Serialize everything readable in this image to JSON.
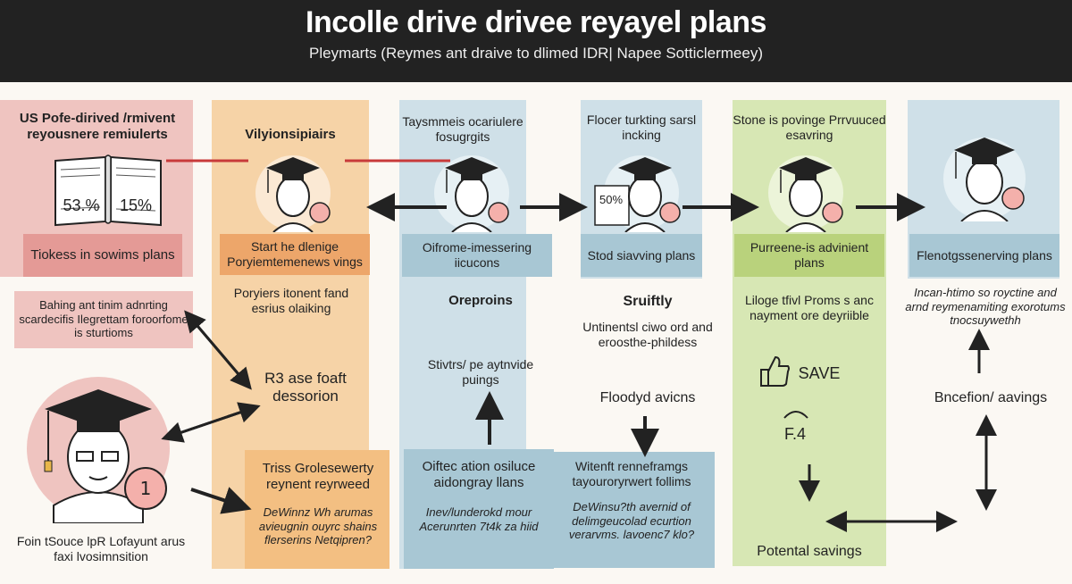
{
  "header": {
    "title": "Incolle drive drivee reyayel plans",
    "subtitle": "Pleymarts (Reymes ant draive to dlimed IDR| Napee Sotticlermeey)"
  },
  "col1": {
    "title": "US Pofe-dirived /rmivent reyousnere remiulerts",
    "book_left": "53.%",
    "book_right": "15%",
    "label_box": "Tiokess in sowims plans",
    "note": "Bahing ant tinim adnrting scardecifis Ilegrettam foroorfome is sturtioms",
    "bottom": "Foin tSouce lpR Lofayunt arus faxi lvosimnsition"
  },
  "col2": {
    "title": "Vilyionsipiairs",
    "label_box": "Start he dlenige Poryiemtemenews vings",
    "text1": "Poryiers itonent fand esrius olaiking",
    "text2": "R3 ase foaft dessorion",
    "box2_title": "Triss Grolesewerty reynent reyrweed",
    "box2_body": "DeWinnz Wh arumas avieugnin ouyrc shains flerserins Netqipren?"
  },
  "col3": {
    "title": "Taysmmeis ocariulere fosugrgits",
    "label_box": "Oifrome-imessering iicucons",
    "text1": "Oreproins",
    "text2": "Stivtrs/ pe aytnvide puings",
    "box_title": "Oiftec ation osiluce aidongray llans",
    "box_body": "Inev/lunderokd mour Acerunrten 7t4k za hiid"
  },
  "col4": {
    "title": "Flocer turkting sarsl incking",
    "label_box": "Stod siavving plans",
    "device_text": "50%",
    "text1": "Sruiftly",
    "text2": "Untinentsl ciwo ord and eroosthe-phildess",
    "text3": "Floodyd avicns",
    "box_title": "Witenft renneframgs tayouroryrwert follims",
    "box_body": "DeWinsu?th avernid of delimgeucolad ecurtion verarvms. lavoenc7 klo?"
  },
  "col5": {
    "title": "Stone is povinge Prrvuuced esavring",
    "label_box": "Purreene-is advinient plans",
    "text1": "Liloge tfivl Proms s anc nayment ore deyriible",
    "save": "SAVE",
    "fx": "F.4",
    "bottom": "Potental savings"
  },
  "col6": {
    "title": "Flenotgssenerving plans",
    "text1": "Incan-htimo so royctine and arnd reymenamiting exorotums tnocsuywethh",
    "text2": "Bncefion/ aavings"
  },
  "colors": {
    "pink": "#efc4c0",
    "orange": "#f6d3a7",
    "blue": "#cfe0e8",
    "green": "#d7e7b4",
    "header": "#222222"
  }
}
